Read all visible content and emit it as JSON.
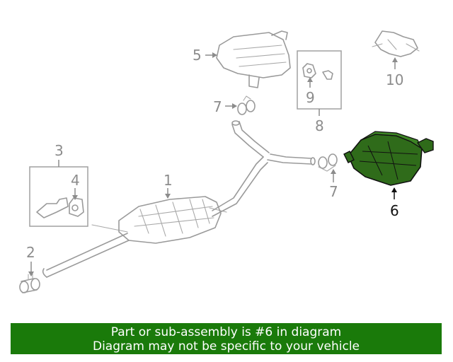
{
  "callouts": {
    "c1": "1",
    "c2": "2",
    "c3": "3",
    "c4": "4",
    "c5": "5",
    "c6": "6",
    "c7a": "7",
    "c7b": "7",
    "c8": "8",
    "c9": "9",
    "c10": "10"
  },
  "highlight": {
    "part": "6",
    "color": "#2f6b1a"
  },
  "banner": {
    "line1": "Part or sub-assembly is #6 in diagram",
    "line2": "Diagram may not be specific to your vehicle",
    "color": "#1a7a0a"
  }
}
